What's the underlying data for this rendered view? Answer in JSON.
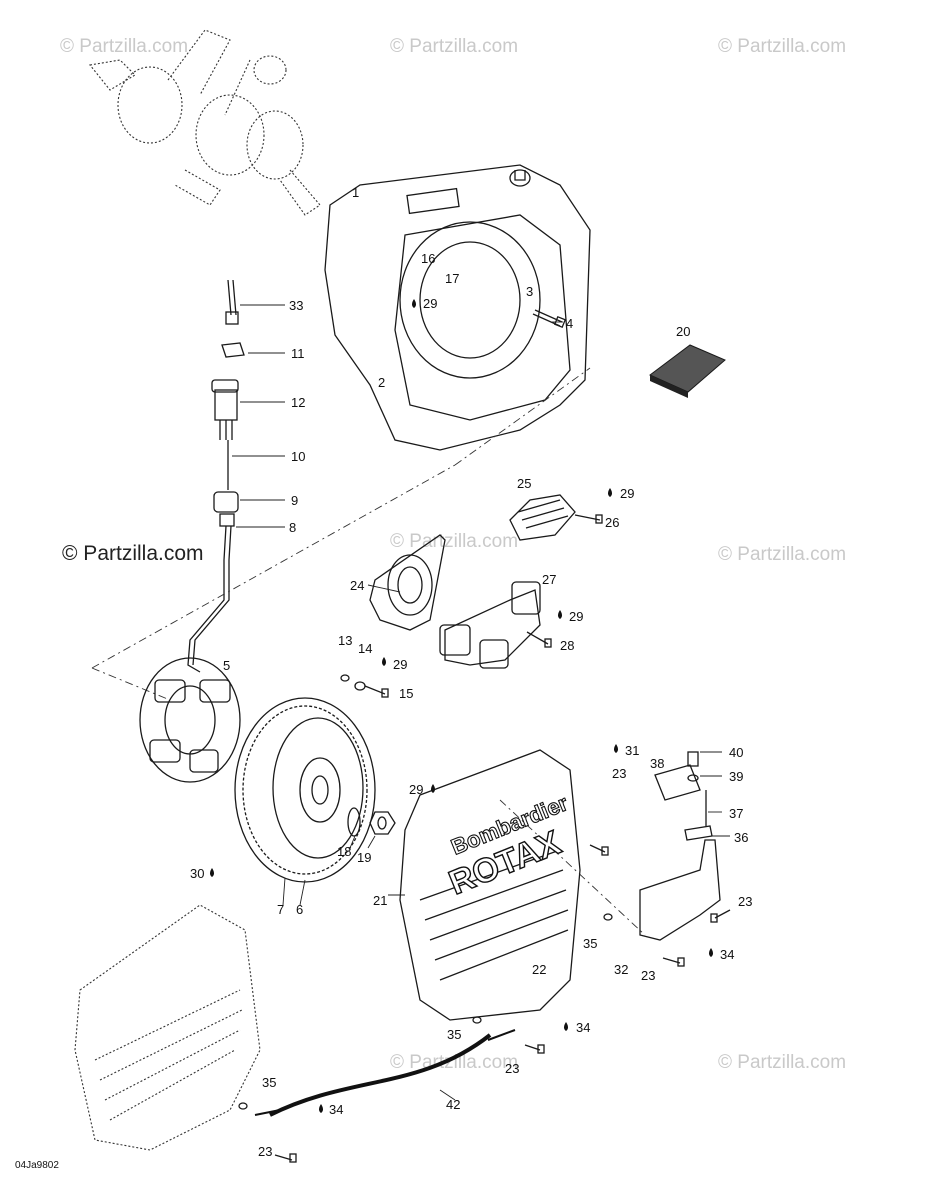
{
  "watermarks": {
    "faint": "© Partzilla.com",
    "strong": "© Partzilla.com"
  },
  "drawing_code": "04Ja9802",
  "callouts": [
    "1",
    "2",
    "3",
    "4",
    "16",
    "17",
    "29",
    "20",
    "33",
    "11",
    "12",
    "10",
    "9",
    "8",
    "25",
    "29",
    "26",
    "24",
    "27",
    "29",
    "28",
    "13",
    "14",
    "29",
    "15",
    "5",
    "31",
    "23",
    "40",
    "38",
    "39",
    "37",
    "36",
    "29",
    "18",
    "19",
    "30",
    "7",
    "6",
    "21",
    "23",
    "35",
    "22",
    "32",
    "23",
    "34",
    "35",
    "34",
    "23",
    "35",
    "34",
    "23",
    "42"
  ],
  "brand_text": {
    "cover_line1": "Bombardier",
    "cover_line2": "ROTAX"
  },
  "colors": {
    "line": "#1a1a1a",
    "watermark": "#c9c9c9"
  }
}
